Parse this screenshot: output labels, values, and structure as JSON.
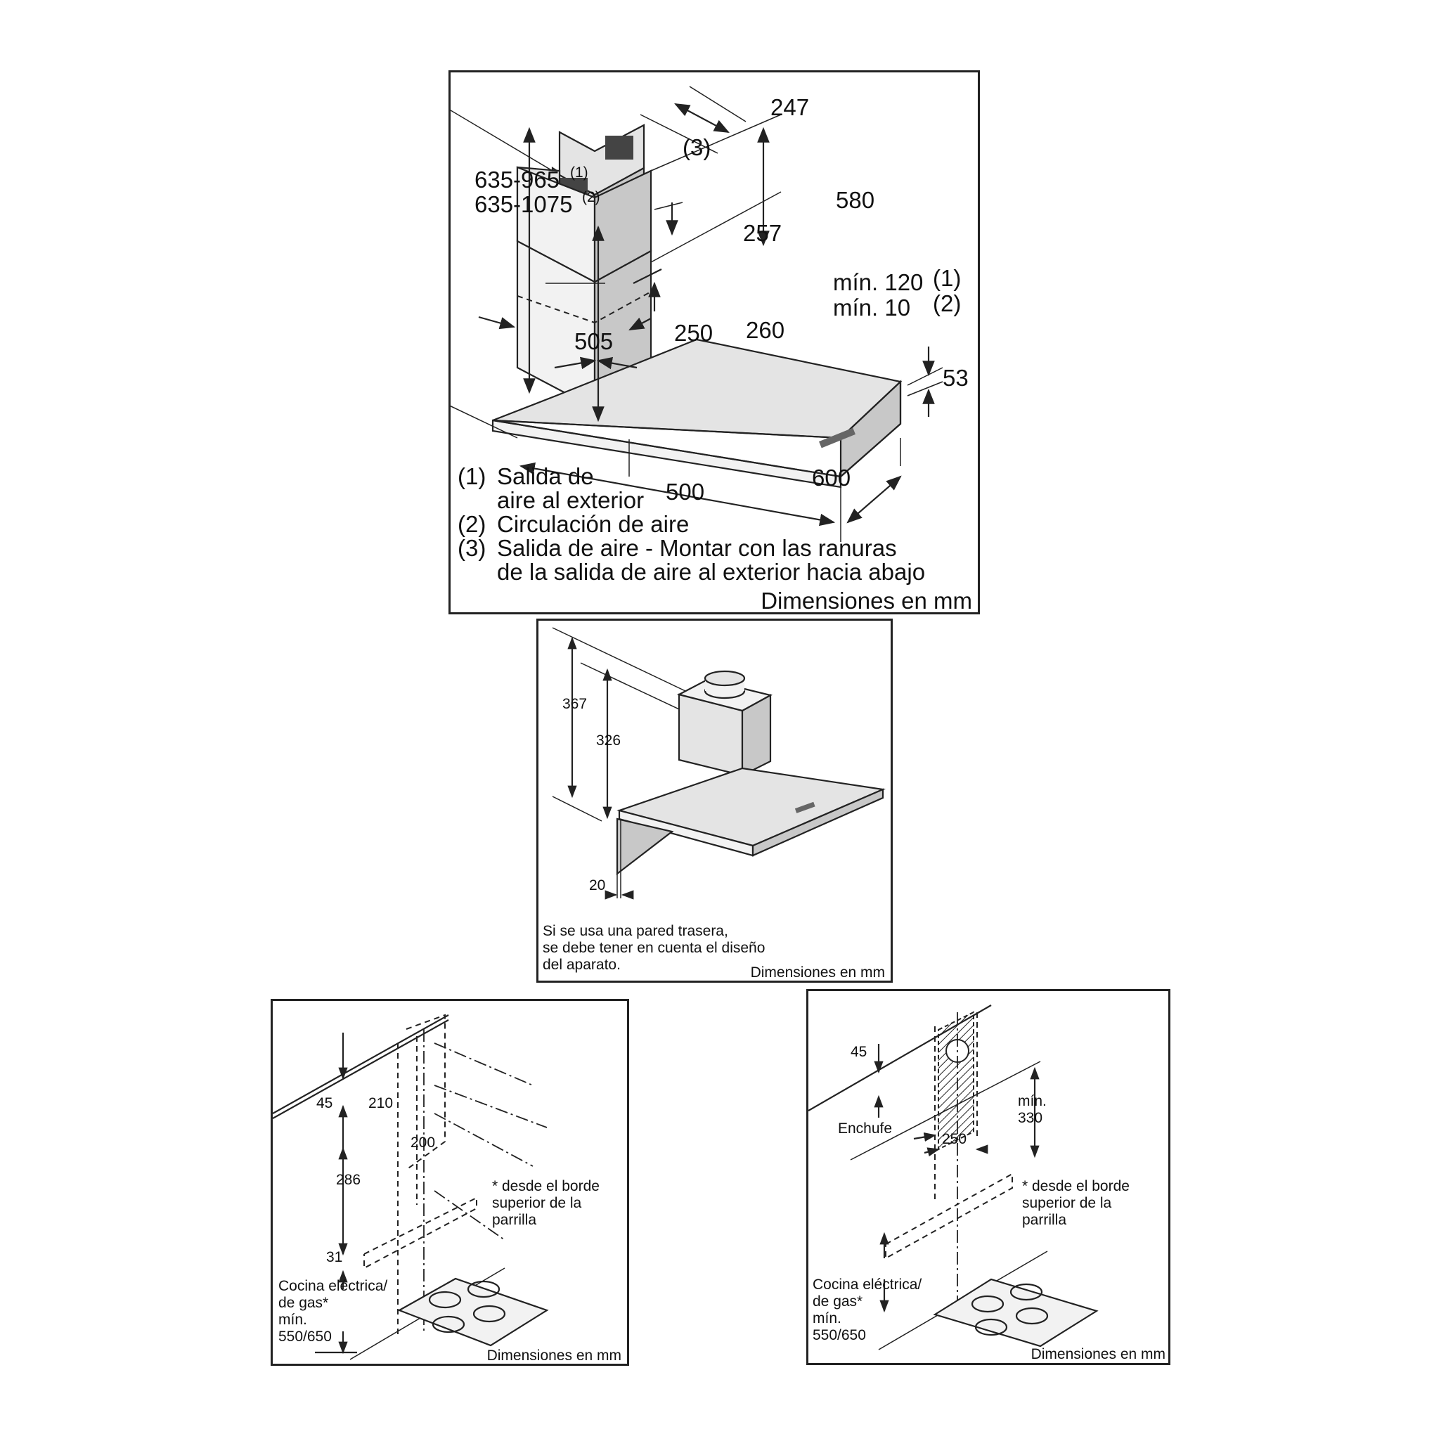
{
  "panel1": {
    "dims": {
      "d247": "247",
      "d3": "(3)",
      "d635a": "635-965",
      "d635a_sup": "(1)",
      "d635b": "635-1075",
      "d635b_sup": "(2)",
      "d580": "580",
      "d257": "257",
      "min120": "mín. 120",
      "min120_sup": "(1)",
      "min10": "mín. 10",
      "min10_sup": "(2)",
      "d505": "505",
      "d250": "250",
      "d260": "260",
      "d53": "53",
      "d500": "500",
      "d600": "600"
    },
    "legend": [
      {
        "num": "(1)",
        "lines": [
          "Salida de",
          "aire al exterior"
        ]
      },
      {
        "num": "(2)",
        "lines": [
          "Circulación de aire"
        ]
      },
      {
        "num": "(3)",
        "lines": [
          "Salida de aire - Montar con las ranuras",
          "de la salida de aire al exterior hacia abajo"
        ]
      }
    ],
    "units": "Dimensiones en mm"
  },
  "panel2": {
    "dims": {
      "d367": "367",
      "d326": "326",
      "d20": "20"
    },
    "note": [
      "Si se usa una pared trasera,",
      "se debe tener en cuenta el diseño",
      "del aparato."
    ],
    "units": "Dimensiones en mm"
  },
  "panel3": {
    "dims": {
      "d45": "45",
      "d210": "210",
      "d200": "200",
      "d286": "286",
      "d31": "31"
    },
    "note": [
      "* desde el borde",
      "superior de la",
      "parrilla"
    ],
    "cooktop": [
      "Cocina eléctrica/",
      "de gas*",
      "mín.",
      "550/650"
    ],
    "units": "Dimensiones en mm"
  },
  "panel4": {
    "dims": {
      "d45": "45",
      "min": "mín.",
      "d330": "330",
      "d250": "250"
    },
    "socket": "Enchufe",
    "note": [
      "* desde el borde",
      "superior de la",
      "parrilla"
    ],
    "cooktop": [
      "Cocina eléctrica/",
      "de gas*",
      "mín.",
      "550/650"
    ],
    "units": "Dimensiones en mm"
  }
}
